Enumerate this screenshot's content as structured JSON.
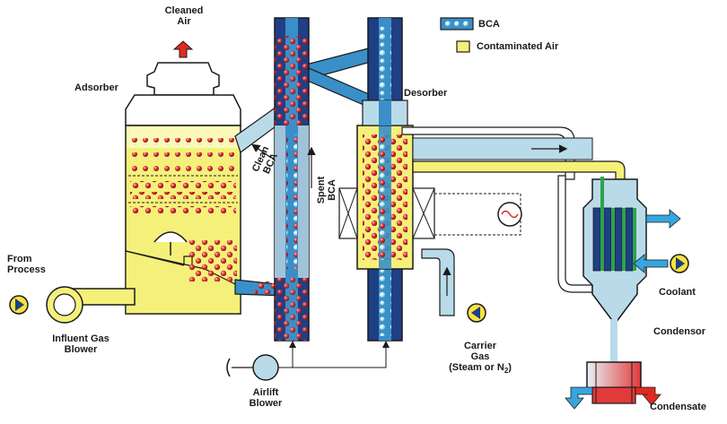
{
  "legend": {
    "bca": "BCA",
    "contaminated_air": "Contaminated Air"
  },
  "labels": {
    "cleaned_air_line1": "Cleaned",
    "cleaned_air_line2": "Air",
    "adsorber": "Adsorber",
    "desorber": "Desorber",
    "clean_bca_line1": "Clean",
    "clean_bca_line2": "BCA",
    "spent_bca_line1": "Spent",
    "spent_bca_line2": "BCA",
    "from_process_line1": "From",
    "from_process_line2": "Process",
    "influent_gas_line1": "Influent Gas",
    "influent_gas_line2": "Blower",
    "airlift_line1": "Airlift",
    "airlift_line2": "Blower",
    "carrier_gas_line1": "Carrier",
    "carrier_gas_line2": "Gas",
    "carrier_gas_line3_prefix": "(Steam or N",
    "carrier_gas_line3_sub": "2",
    "carrier_gas_line3_suffix": ")",
    "coolant": "Coolant",
    "condensor": "Condensor",
    "condensate": "Condensate"
  },
  "colors": {
    "outline": "#1a1a1a",
    "adsorber_fill": "#ffffff",
    "contaminated_yellow": "#f5f07a",
    "bca_blue": "#3a8fc8",
    "column_navy": "#1f3f86",
    "light_blue": "#b9dbe9",
    "red_bead": "#e0353a",
    "cyan_bead": "#cfeff7",
    "arrow_red": "#e02a20",
    "arrow_blue": "#36a6e0",
    "blower_yellow": "#f7e23e"
  }
}
